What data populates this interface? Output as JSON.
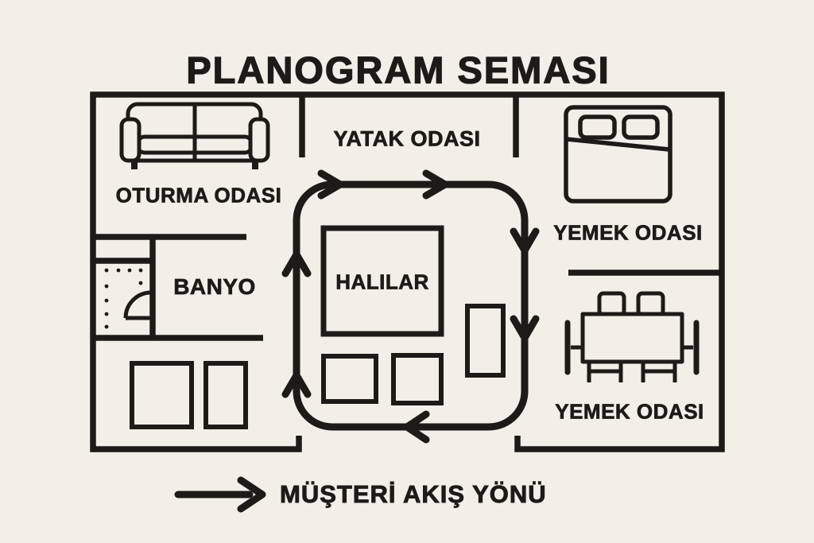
{
  "page": {
    "title": "PLANOGRAM SEMASI",
    "colors": {
      "background": "#f2efe8",
      "ink": "#1d1b18"
    }
  },
  "rooms": {
    "living_room": {
      "label": "OTURMA ODASI",
      "icon": "sofa-icon"
    },
    "bedroom": {
      "label": "YATAK ODASI"
    },
    "dining_room_upper": {
      "label": "YEMEK ODASI",
      "icon": "bed-icon"
    },
    "bathroom": {
      "label": "BANYO",
      "icon": "shower-door-icon"
    },
    "carpet_display": {
      "label": "HALILAR"
    },
    "dining_room_lower": {
      "label": "YEMEK ODASI",
      "icon": "dining-table-icon"
    }
  },
  "legend": {
    "label": "MÜŞTERİ AKIŞ YÖNÜ",
    "icon": "flow-direction-arrow-icon"
  }
}
